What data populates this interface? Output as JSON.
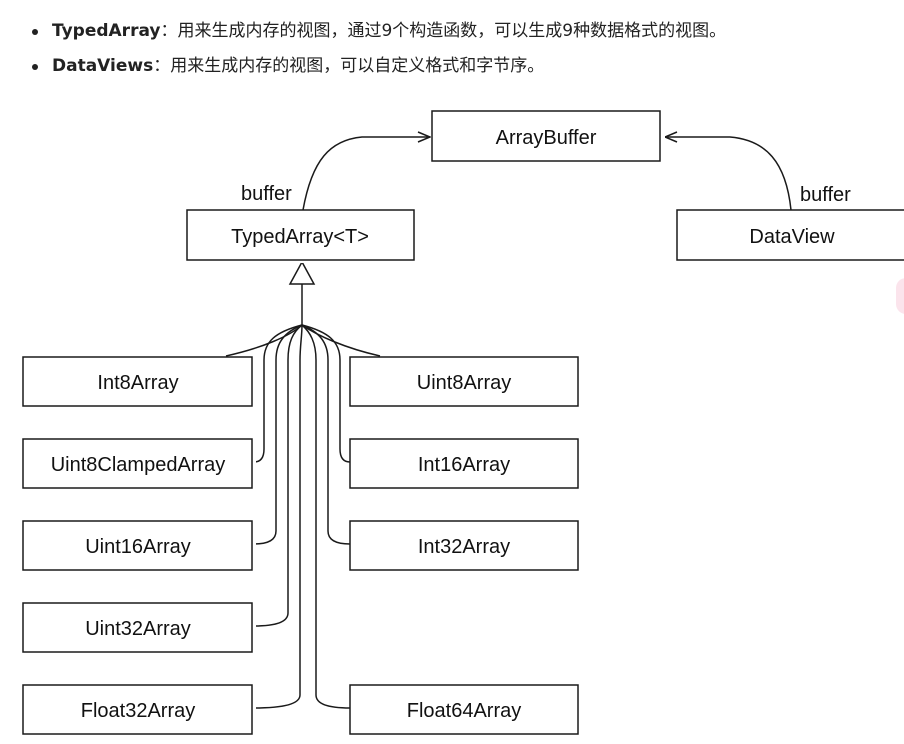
{
  "bullets": [
    {
      "term": "TypedArray",
      "desc": "：用来生成内存的视图，通过9个构造函数，可以生成9种数据格式的视图。"
    },
    {
      "term": "DataViews",
      "desc": "：用来生成内存的视图，可以自定义格式和字节序。"
    }
  ],
  "diagram": {
    "array_buffer": "ArrayBuffer",
    "typed_array": "TypedArray<T>",
    "data_view": "DataView",
    "edge_label_left": "buffer",
    "edge_label_right": "buffer",
    "left_types": [
      "Int8Array",
      "Uint8ClampedArray",
      "Uint16Array",
      "Uint32Array",
      "Float32Array"
    ],
    "right_types": [
      "Uint8Array",
      "Int16Array",
      "Int32Array",
      "Float64Array"
    ]
  }
}
